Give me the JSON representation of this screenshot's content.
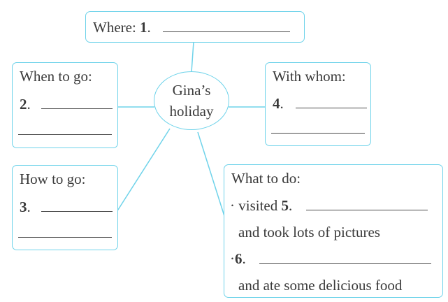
{
  "diagram": {
    "type": "mind-map",
    "accent_color": "#6fd3ea",
    "center": {
      "line1": "Gina’s",
      "line2": "holiday"
    },
    "where": {
      "label": "Where:",
      "number": "1",
      "dot": "."
    },
    "when": {
      "label": "When to go:",
      "number": "2",
      "dot": "."
    },
    "how": {
      "label": "How to go:",
      "number": "3",
      "dot": "."
    },
    "whom": {
      "label": "With whom:",
      "number": "4",
      "dot": "."
    },
    "what": {
      "label": "What to do:",
      "item1_prefix": "· visited",
      "item1_number": "5",
      "dot": ".",
      "item1_cont": "and took lots of pictures",
      "item2_bullet": "·",
      "item2_number": "6",
      "item2_cont": "and ate some delicious food"
    }
  }
}
